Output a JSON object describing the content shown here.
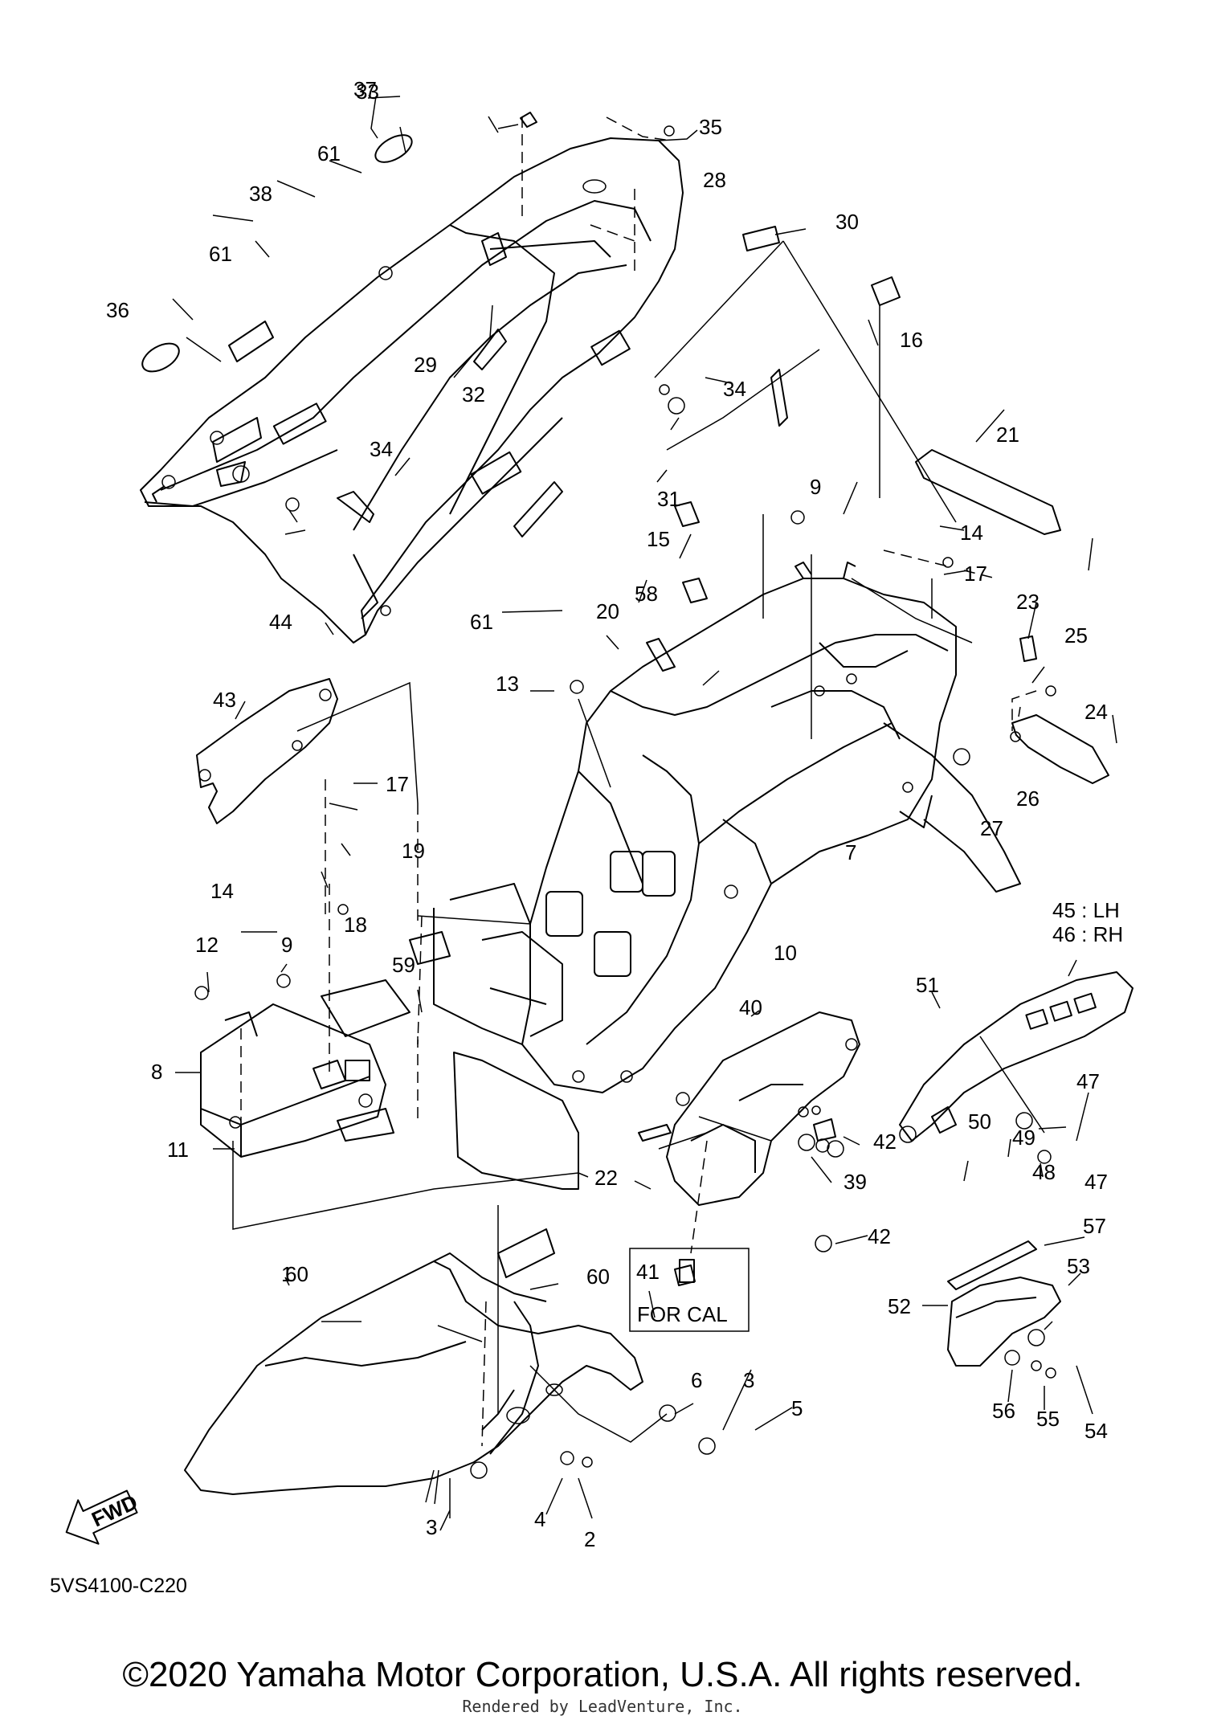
{
  "diagram_code": "5VS4100-C220",
  "fwd_badge": "FWD",
  "note_45": "45 : LH",
  "note_46": "46 : RH",
  "for_cal": "FOR CAL",
  "copyright": "©2020 Yamaha Motor Corporation, U.S.A. All rights reserved.",
  "rendered_by": "Rendered by LeadVenture, Inc.",
  "callouts": {
    "c1": "1",
    "c2": "2",
    "c3a": "3",
    "c3b": "3",
    "c4": "4",
    "c5": "5",
    "c6": "6",
    "c7": "7",
    "c8": "8",
    "c9a": "9",
    "c9b": "9",
    "c10": "10",
    "c11": "11",
    "c12": "12",
    "c13": "13",
    "c14a": "14",
    "c14b": "14",
    "c15": "15",
    "c16": "16",
    "c17a": "17",
    "c17b": "17",
    "c18": "18",
    "c19": "19",
    "c20": "20",
    "c21": "21",
    "c22": "22",
    "c23": "23",
    "c24": "24",
    "c25": "25",
    "c26": "26",
    "c27": "27",
    "c28": "28",
    "c29": "29",
    "c30": "30",
    "c31": "31",
    "c32": "32",
    "c33": "33",
    "c34a": "34",
    "c34b": "34",
    "c35": "35",
    "c36": "36",
    "c37": "37",
    "c38": "38",
    "c39": "39",
    "c40": "40",
    "c41": "41",
    "c42": "42",
    "c43": "43",
    "c44": "44",
    "c47a": "47",
    "c47b": "47",
    "c48": "48",
    "c49": "49",
    "c50": "50",
    "c51": "51",
    "c52": "52",
    "c53": "53",
    "c54": "54",
    "c55": "55",
    "c56": "56",
    "c57": "57",
    "c58": "58",
    "c59": "59",
    "c60a": "60",
    "c60b": "60",
    "c61a": "61",
    "c61b": "61",
    "c61c": "61"
  }
}
